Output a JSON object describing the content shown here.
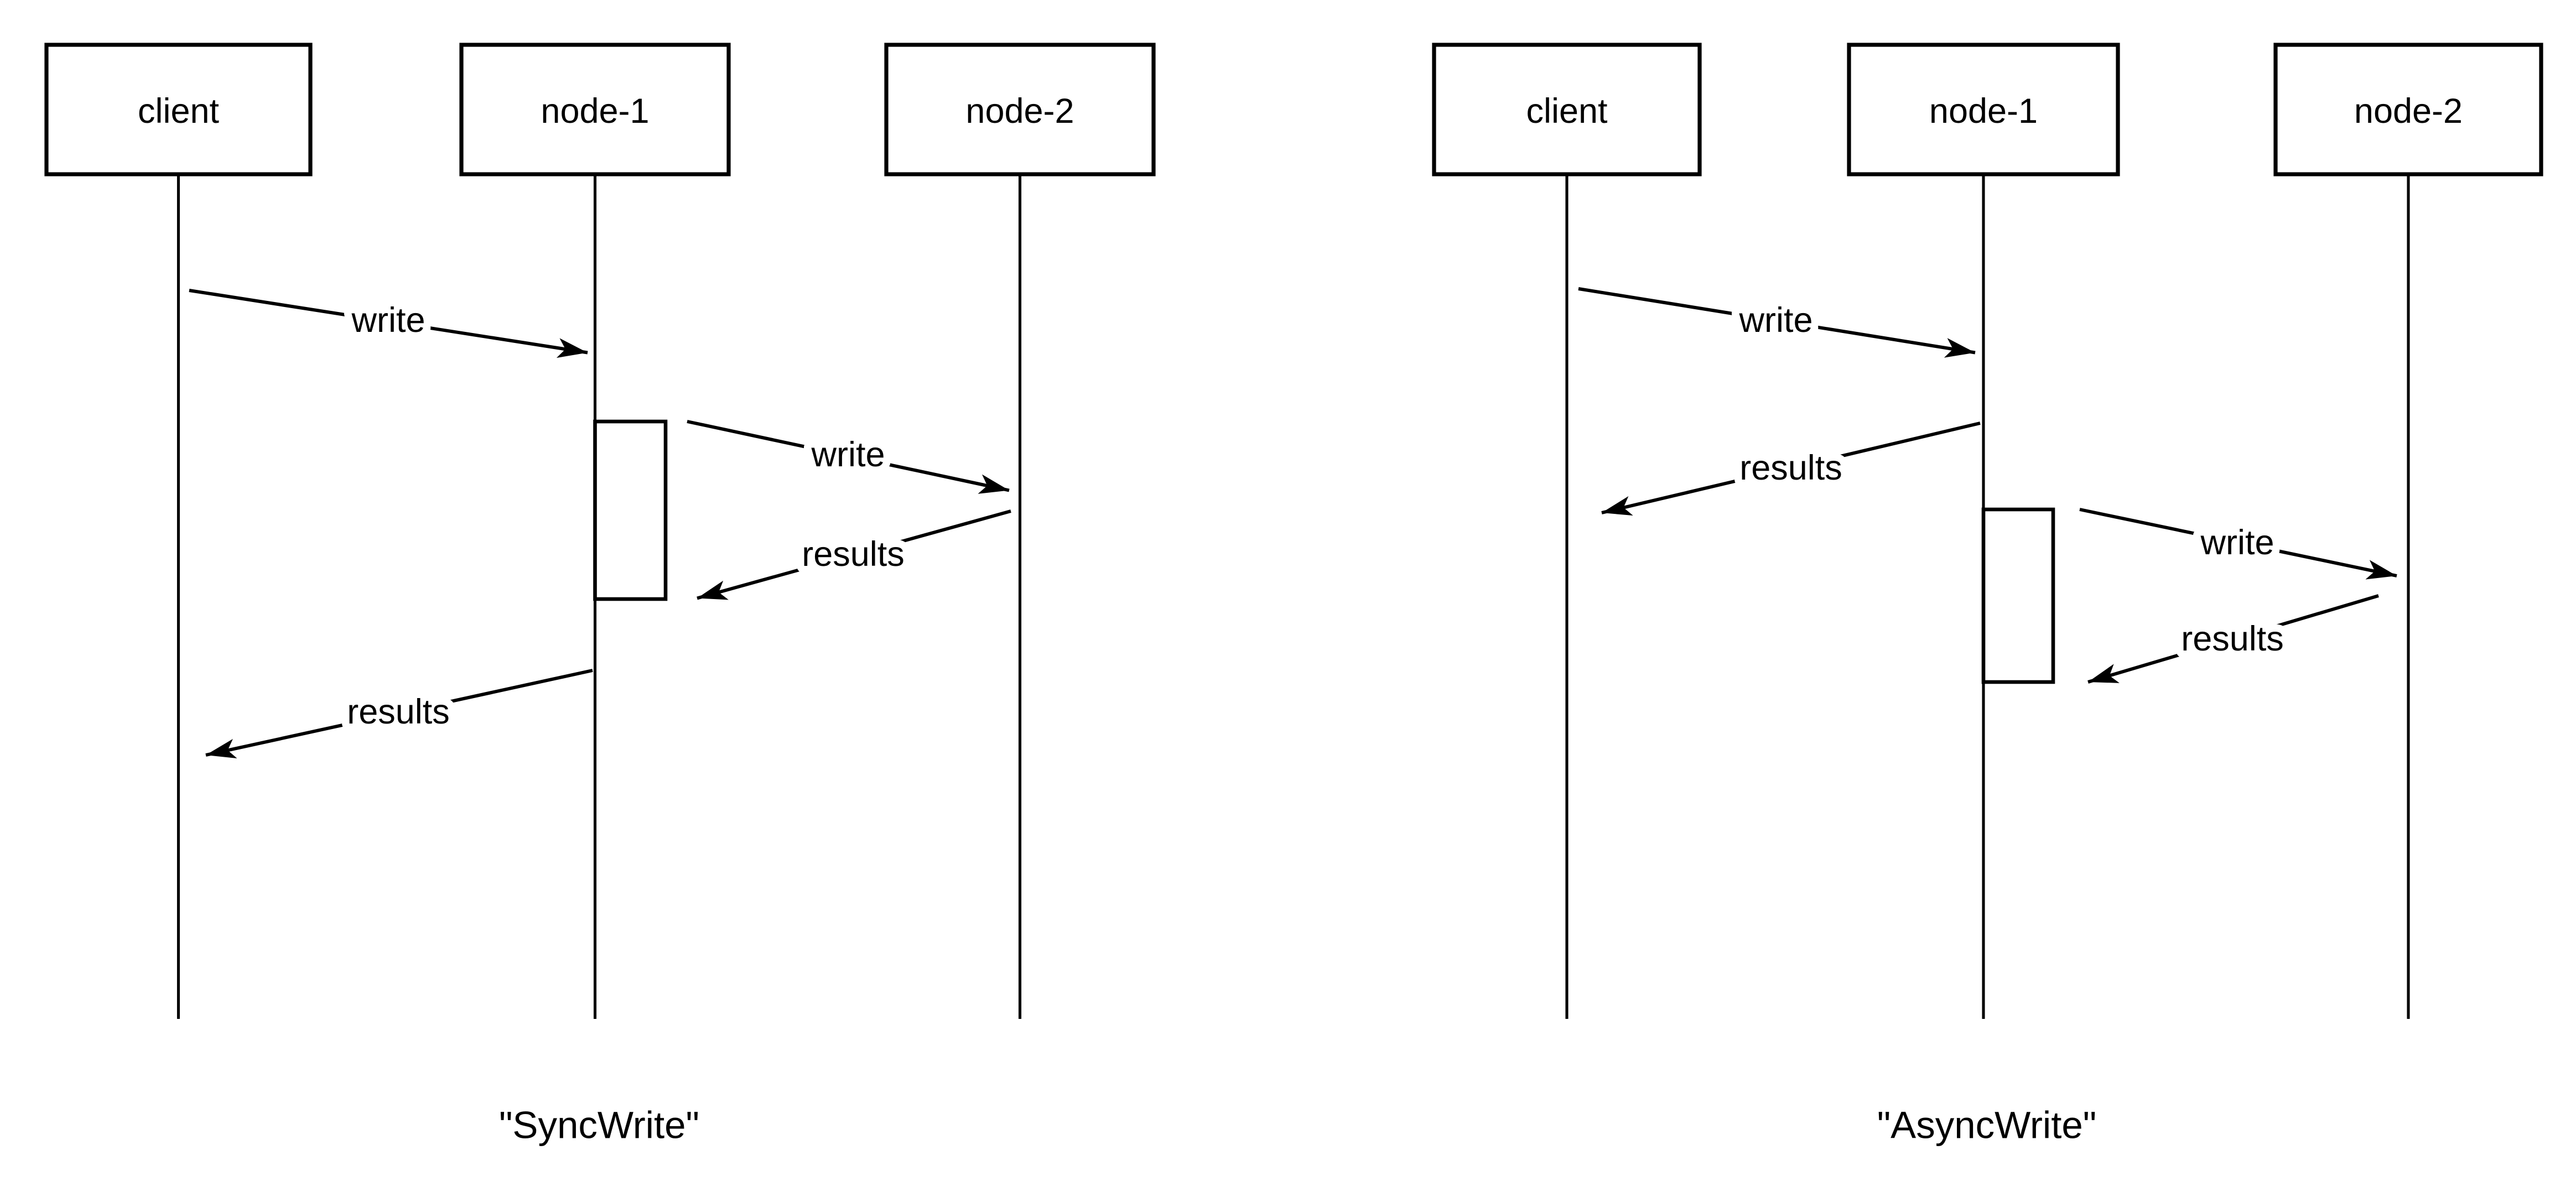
{
  "colors": {
    "ink": "#000000",
    "paper": "#ffffff"
  },
  "diagrams": [
    {
      "caption": "\"SyncWrite\"",
      "actors": [
        {
          "label": "client"
        },
        {
          "label": "node-1"
        },
        {
          "label": "node-2"
        }
      ],
      "messages": [
        {
          "label": "write",
          "from": "client",
          "to": "node-1"
        },
        {
          "label": "write",
          "from": "node-1",
          "to": "node-2"
        },
        {
          "label": "results",
          "from": "node-2",
          "to": "node-1"
        },
        {
          "label": "results",
          "from": "node-1",
          "to": "client"
        }
      ]
    },
    {
      "caption": "\"AsyncWrite\"",
      "actors": [
        {
          "label": "client"
        },
        {
          "label": "node-1"
        },
        {
          "label": "node-2"
        }
      ],
      "messages": [
        {
          "label": "write",
          "from": "client",
          "to": "node-1"
        },
        {
          "label": "results",
          "from": "node-1",
          "to": "client"
        },
        {
          "label": "write",
          "from": "node-1",
          "to": "node-2"
        },
        {
          "label": "results",
          "from": "node-2",
          "to": "node-1"
        }
      ]
    }
  ]
}
